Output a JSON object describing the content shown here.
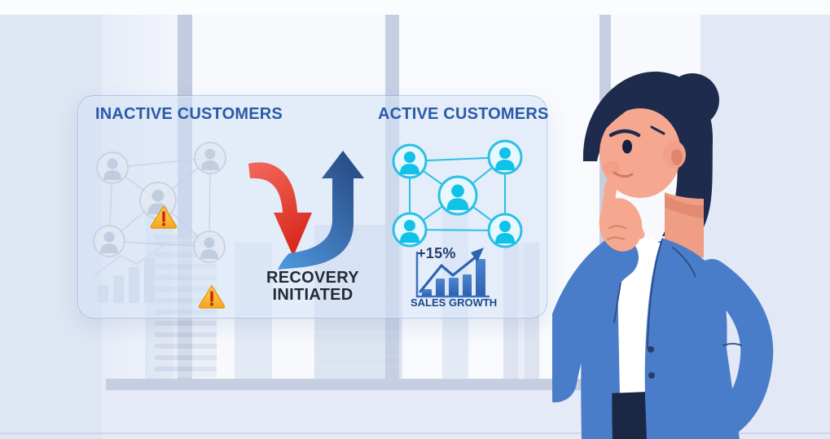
{
  "sections": {
    "inactive": {
      "title": "INACTIVE CUSTOMERS"
    },
    "active": {
      "title": "ACTIVE CUSTOMERS"
    }
  },
  "transition": {
    "line1": "RECOVERY",
    "line2": "INITIATED"
  },
  "growth": {
    "badge": "+15%",
    "caption": "SALES GROWTH"
  },
  "chart_data": {
    "type": "bar",
    "title": "SALES GROWTH",
    "annotation": "+15%",
    "values": [
      18,
      46,
      50,
      58,
      100
    ],
    "ylim": [
      0,
      100
    ],
    "trend": "rising zigzag line ending in up-right arrow",
    "legend": "none",
    "grid": "off"
  },
  "icons": {
    "inactive_network": "user-network-grey",
    "active_network": "user-network-cyan",
    "warning": "warning-triangle",
    "decline_arrow": "curved-arrow-down-red",
    "recovery_arrow": "curved-arrow-up-blue",
    "growth_chart": "bar-chart-up-trend",
    "figure": "woman-thinking"
  },
  "counts": {
    "inactive_nodes": 5,
    "inactive_warnings": 2,
    "active_nodes": 5
  },
  "colors": {
    "section_title": "#2a5aa8",
    "cyan_accent": "#1fc2e8",
    "red_arrow": "#e0392c",
    "blue_arrow": "#3a74c4",
    "status_text": "#232a38",
    "warning_yellow": "#ffc83d",
    "warning_red": "#c5271c",
    "blazer_blue": "#4a7dc9",
    "hair_navy": "#1e2b4d",
    "skin": "#f5a68e",
    "panel_tint": "#d6e1f3"
  }
}
